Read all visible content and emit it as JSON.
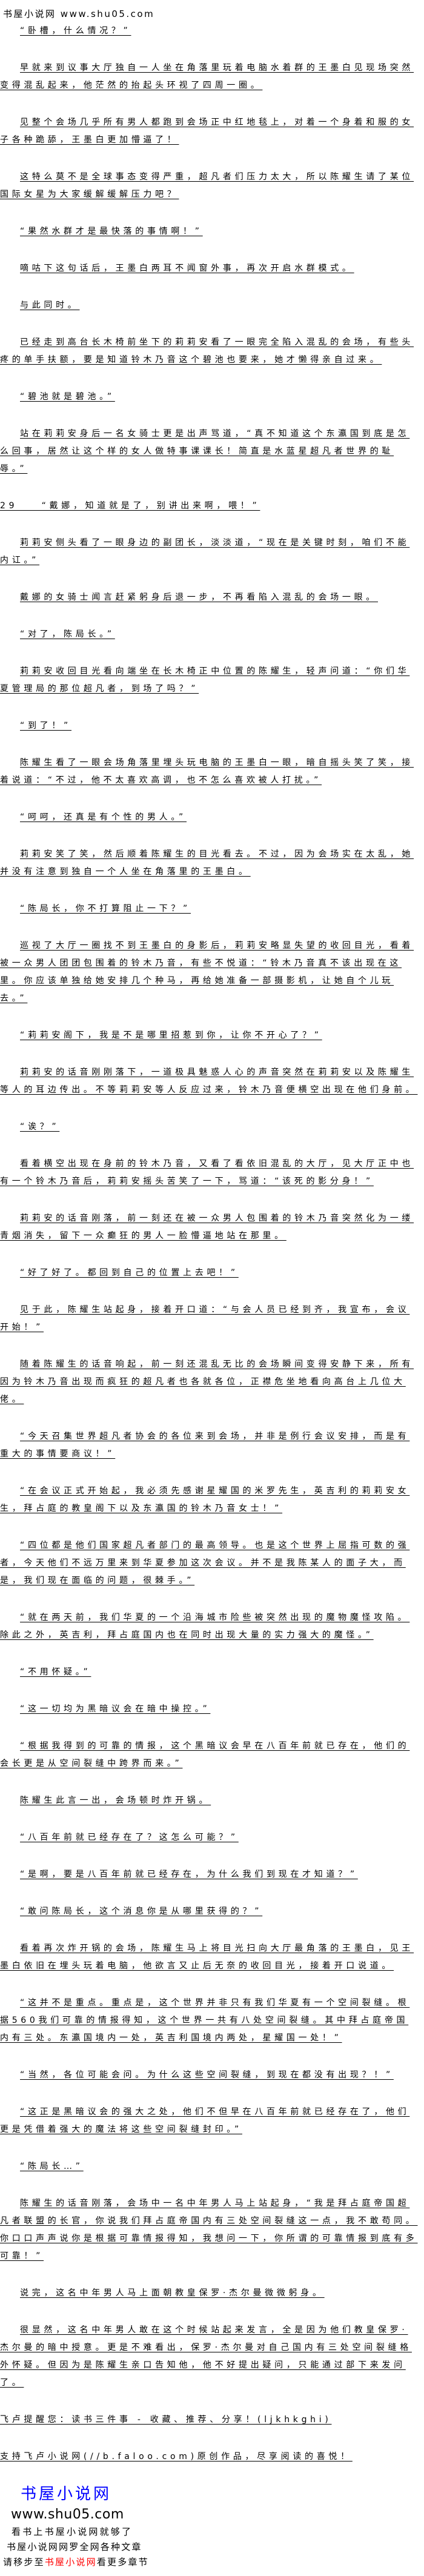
{
  "header": {
    "site_name": "书屋小说网",
    "site_url": "www.shu05.com"
  },
  "paragraphs": [
    {
      "text": "“卧槽，什么情况？”"
    },
    {
      "text": "早就来到议事大厅独自一人坐在角落里玩着电脑水着群的王墨白见现场突然变得混乱起来，他茫然的抬起头环视了四周一圈。"
    },
    {
      "text": "见整个会场几乎所有男人都跑到会场正中红地毯上，对着一个身着和服的女子各种跪舔，王墨白更加懵逼了！"
    },
    {
      "text": "这特么莫不是全球事态变得严重，超凡者们压力太大，所以陈耀生请了某位国际女星为大家缓解缓解压力吧？"
    },
    {
      "text": "“果然水群才是最快落的事情啊！”"
    },
    {
      "text": "嘀咕下这句话后，王墨白两耳不闻窗外事，再次开启水群模式。"
    },
    {
      "text": "与此同时。"
    },
    {
      "text": "已经走到高台长木椅前坐下的莉莉安看了一眼完全陷入混乱的会场，有些头疼的单手扶额，要是知道铃木乃音这个碧池也要来，她才懒得亲自过来。"
    },
    {
      "text": "“碧池就是碧池。”"
    },
    {
      "text": "站在莉莉安身后一名女骑士更是出声骂道，“真不知道这个东瀛国到底是怎么回事，居然让这个样的女人做特事课课长！简直是水蓝星超凡者世界的耻辱。”"
    },
    {
      "text": "29　　“戴娜，知道就是了，别讲出来啊，喂！”",
      "noindent": true
    },
    {
      "text": "莉莉安侧头看了一眼身边的副团长，淡淡道，“现在是关键时刻，咱们不能内讧。”"
    },
    {
      "text": "戴娜的女骑士闻言赶紧躬身后退一步，不再看陷入混乱的会场一眼。"
    },
    {
      "text": "“对了，陈局长。”"
    },
    {
      "text": "莉莉安收回目光看向端坐在长木椅正中位置的陈耀生，轻声问道：“你们华夏管理局的那位超凡者，到场了吗？”"
    },
    {
      "text": "“到了！”"
    },
    {
      "text": "陈耀生看了一眼会场角落里埋头玩电脑的王墨白一眼，暗自摇头笑了笑，接着说道：“不过，他不太喜欢高调，也不怎么喜欢被人打扰。”"
    },
    {
      "text": "“呵呵，还真是有个性的男人。”"
    },
    {
      "text": "莉莉安笑了笑，然后顺着陈耀生的目光看去。不过，因为会场实在太乱，她并没有注意到独自一个人坐在角落里的王墨白。"
    },
    {
      "text": "“陈局长，你不打算阻止一下？”"
    },
    {
      "text": "巡视了大厅一圈找不到王墨白的身影后，莉莉安略显失望的收回目光，看着被一众男人团团包围着的铃木乃音，有些不悦道：“铃木乃音真不该出现在这里。你应该单独给她安排几个种马，再给她准备一部摄影机，让她自个儿玩去。”"
    },
    {
      "text": "“莉莉安阁下，我是不是哪里招惹到你，让你不开心了？”"
    },
    {
      "text": "莉莉安的话音刚刚落下，一道极具魅惑人心的声音突然在莉莉安以及陈耀生等人的耳边传出。不等莉莉安等人反应过来，铃木乃音便横空出现在他们身前。"
    },
    {
      "text": "“诶？”"
    },
    {
      "text": "看着横空出现在身前的铃木乃音，又看了看依旧混乱的大厅，见大厅正中也有一个铃木乃音后，莉莉安摇头苦笑了一下，骂道：“该死的影分身！”"
    },
    {
      "text": "莉莉安的话音刚落，前一刻还在被一众男人包围着的铃木乃音突然化为一缕青烟消失，留下一众癫狂的男人一脸懵逼地站在那里。"
    },
    {
      "text": "“好了好了。都回到自己的位置上去吧！”"
    },
    {
      "text": "见于此，陈耀生站起身，接着开口道：“与会人员已经到齐，我宣布，会议开始！”"
    },
    {
      "text": "随着陈耀生的话音响起，前一刻还混乱无比的会场瞬间变得安静下来，所有因为铃木乃音出现而疯狂的超凡者也各就各位，正襟危坐地看向高台上几位大佬。"
    },
    {
      "text": "“今天召集世界超凡者协会的各位来到会场，并非是例行会议安排，而是有重大的事情要商议！”"
    },
    {
      "text": "“在会议正式开始起，我必须先感谢星耀国的米罗先生，英吉利的莉莉安女生，拜占庭的教皇阁下以及东瀛国的铃木乃音女士！”"
    },
    {
      "text": "“四位都是他们国家超凡者部门的最高领导。也是这个世界上屈指可数的强者，今天他们不远万里来到华夏参加这次会议。并不是我陈某人的面子大，而是，我们现在面临的问题，很棘手。”"
    },
    {
      "text": "“就在两天前，我们华夏的一个沿海城市险些被突然出现的魔物魔怪攻陷。除此之外，英吉利，拜占庭国内也在同时出现大量的实力强大的魔怪。”"
    },
    {
      "text": "“不用怀疑。”"
    },
    {
      "text": "“这一切均为黑暗议会在暗中操控。”"
    },
    {
      "text": "“根据我得到的可靠的情报，这个黑暗议会早在八百年前就已存在，他们的会长更是从空间裂缝中跨界而来。”"
    },
    {
      "text": "陈耀生此言一出，会场顿时炸开锅。"
    },
    {
      "text": "“八百年前就已经存在了？这怎么可能？”"
    },
    {
      "text": "“是啊，要是八百年前就已经存在，为什么我们到现在才知道？”"
    },
    {
      "text": "“敢问陈局长，这个消息你是从哪里获得的？”"
    },
    {
      "text": "看着再次炸开锅的会场，陈耀生马上将目光扫向大厅最角落的王墨白，见王墨白依旧在埋头玩着电脑，他欲言又止后无奈的收回目光，接着开口说道。"
    },
    {
      "text": "“这并不是重点。重点是，这个世界并非只有我们华夏有一个空间裂缝。根据560我们可靠的情报得知，这个世界一共有八处空间裂缝。其中拜占庭帝国内有三处。东瀛国境内一处，英吉利国境内两处，星耀国一处！”"
    },
    {
      "text": "“当然，各位可能会问。为什么这些空间裂缝，到现在都没有出现？！”"
    },
    {
      "text": "“这正是黑暗议会的强大之处，他们不但早在八百年前就已经存在了，他们更是凭借着强大的魔法将这些空间裂缝封印。”"
    },
    {
      "text": "“陈局长…”"
    },
    {
      "text": "陈耀生的话音刚落，会场中一名中年男人马上站起身，“我是拜占庭帝国超凡者联盟的长官，你说我们拜占庭帝国内有三处空间裂缝这一点，我不敢苟同。你口口声声说你是根据可靠情报得知，我想问一下，你所谓的可靠情报到底有多可靠！”"
    },
    {
      "text": "说完，这名中年男人马上面朝教皇保罗·杰尔曼微微躬身。"
    },
    {
      "text": "很显然，这名中年男人敢在这个时候站起来发言，全是因为他们教皇保罗·杰尔曼的暗中授意。更是不难看出，保罗·杰尔曼对自己国内有三处空间裂缝格外怀疑。但因为是陈耀生亲口告知他，他不好提出疑问，只能通过部下来发问了。"
    }
  ],
  "footer_notes": [
    {
      "text": "飞卢提醒您：读书三件事 - 收藏、推荐、分享！(ljkhkghi)"
    },
    {
      "text": "支持飞卢小说网(//b.faloo.com)原创作品，尽享阅读的喜悦！"
    }
  ],
  "logo": {
    "name": "书屋小说网",
    "url": "www.shu05.com",
    "slogan_1": "看书上书屋小说网就够了",
    "slogan_2": "书屋小说网网罗全网各种文章",
    "slogan_3_prefix": "请移步至",
    "slogan_3_site": "书屋小说网",
    "slogan_3_suffix": "看更多章节",
    "colors": {
      "name": "#0000ff",
      "highlight": "#ff0000"
    }
  }
}
